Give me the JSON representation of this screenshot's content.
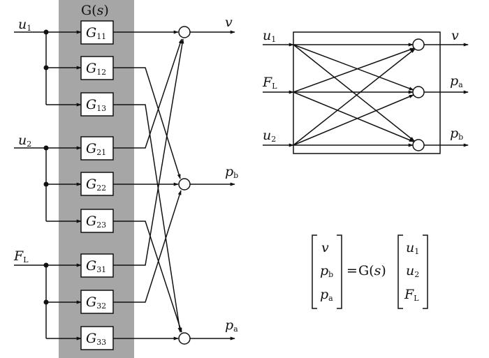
{
  "colors": {
    "gs_band": "#a6a6a6",
    "line": "#111111",
    "background": "#ffffff"
  },
  "left_diagram": {
    "gs_title": {
      "main": "G(",
      "var": "s",
      "close": ")"
    },
    "inputs": [
      {
        "main": "u",
        "sub": "1"
      },
      {
        "main": "u",
        "sub": "2"
      },
      {
        "main": "F",
        "sub": "L"
      }
    ],
    "blocks": [
      {
        "main": "G",
        "sub": "11"
      },
      {
        "main": "G",
        "sub": "12"
      },
      {
        "main": "G",
        "sub": "13"
      },
      {
        "main": "G",
        "sub": "21"
      },
      {
        "main": "G",
        "sub": "22"
      },
      {
        "main": "G",
        "sub": "23"
      },
      {
        "main": "G",
        "sub": "31"
      },
      {
        "main": "G",
        "sub": "32"
      },
      {
        "main": "G",
        "sub": "33"
      }
    ],
    "outputs": [
      {
        "main": "v",
        "sub": ""
      },
      {
        "main": "p",
        "sub": "b"
      },
      {
        "main": "p",
        "sub": "a"
      }
    ]
  },
  "right_diagram": {
    "inputs": [
      {
        "main": "u",
        "sub": "1"
      },
      {
        "main": "F",
        "sub": "L"
      },
      {
        "main": "u",
        "sub": "2"
      }
    ],
    "outputs": [
      {
        "main": "v",
        "sub": ""
      },
      {
        "main": "p",
        "sub": "a"
      },
      {
        "main": "p",
        "sub": "b"
      }
    ]
  },
  "equation": {
    "lhs": [
      {
        "main": "v",
        "sub": ""
      },
      {
        "main": "p",
        "sub": "b"
      },
      {
        "main": "p",
        "sub": "a"
      }
    ],
    "operator": "=",
    "gs": {
      "main": "G(",
      "var": "s",
      "close": ")"
    },
    "rhs": [
      {
        "main": "u",
        "sub": "1"
      },
      {
        "main": "u",
        "sub": "2"
      },
      {
        "main": "F",
        "sub": "L"
      }
    ]
  }
}
